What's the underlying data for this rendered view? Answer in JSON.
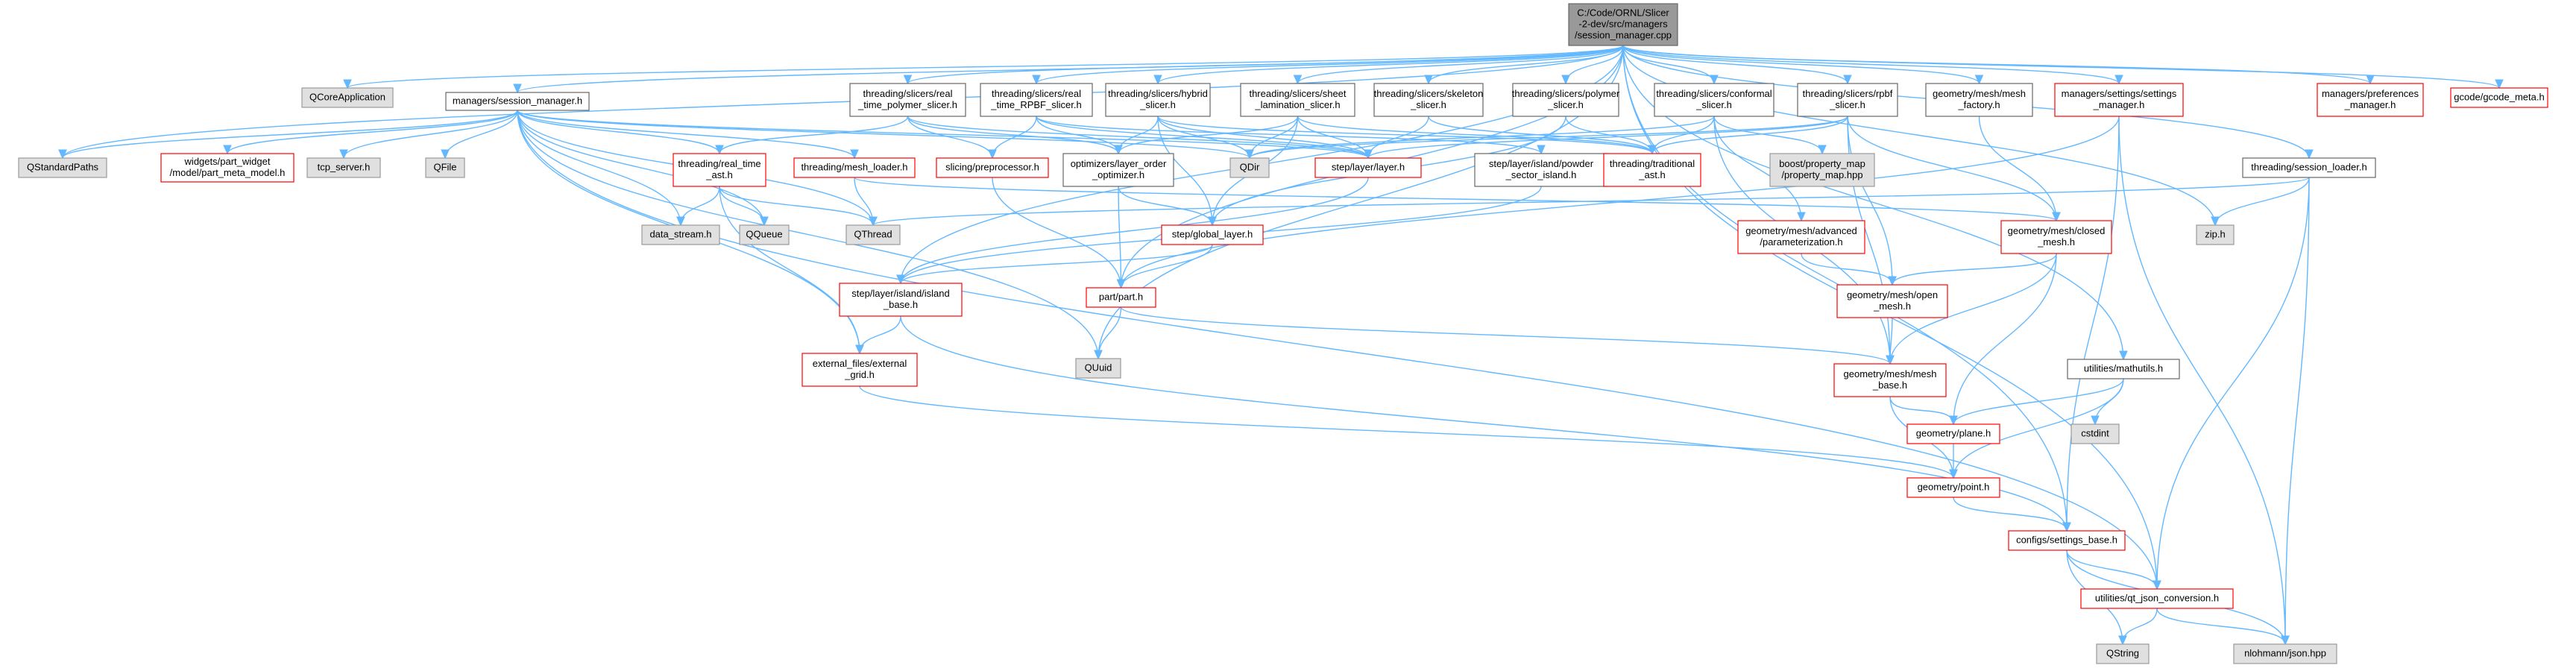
{
  "diagram": {
    "title": "",
    "colors": {
      "edge": "#63b8ff",
      "root_fill": "#999999",
      "root_border": "#666666",
      "normal_fill": "#ffffff",
      "normal_border": "#666666",
      "red_border": "#ff0000",
      "system_fill": "#e0e0e0",
      "system_border": "#999999"
    },
    "nodes": [
      {
        "id": "root",
        "lines": [
          "C:/Code/ORNL/Slicer",
          "-2-dev/src/managers",
          "/session_manager.cpp"
        ],
        "style": "root"
      },
      {
        "id": "qcoreapp",
        "lines": [
          "QCoreApplication"
        ],
        "style": "system"
      },
      {
        "id": "sm_h",
        "lines": [
          "managers/session_manager.h"
        ],
        "style": "normal"
      },
      {
        "id": "qstdpaths",
        "lines": [
          "QStandardPaths"
        ],
        "style": "system"
      },
      {
        "id": "part_meta",
        "lines": [
          "widgets/part_widget",
          "/model/part_meta_model.h"
        ],
        "style": "red"
      },
      {
        "id": "tcp",
        "lines": [
          "tcp_server.h"
        ],
        "style": "system"
      },
      {
        "id": "qfile",
        "lines": [
          "QFile"
        ],
        "style": "system"
      },
      {
        "id": "rt_polymer",
        "lines": [
          "threading/slicers/real",
          "_time_polymer_slicer.h"
        ],
        "style": "normal"
      },
      {
        "id": "rt_rpbf",
        "lines": [
          "threading/slicers/real",
          "_time_RPBF_slicer.h"
        ],
        "style": "normal"
      },
      {
        "id": "hybrid",
        "lines": [
          "threading/slicers/hybrid",
          "_slicer.h"
        ],
        "style": "normal"
      },
      {
        "id": "sheet",
        "lines": [
          "threading/slicers/sheet",
          "_lamination_slicer.h"
        ],
        "style": "normal"
      },
      {
        "id": "skeleton",
        "lines": [
          "threading/slicers/skeleton",
          "_slicer.h"
        ],
        "style": "normal"
      },
      {
        "id": "polymer",
        "lines": [
          "threading/slicers/polymer",
          "_slicer.h"
        ],
        "style": "normal"
      },
      {
        "id": "conformal",
        "lines": [
          "threading/slicers/conformal",
          "_slicer.h"
        ],
        "style": "normal"
      },
      {
        "id": "rpbf",
        "lines": [
          "threading/slicers/rpbf",
          "_slicer.h"
        ],
        "style": "normal"
      },
      {
        "id": "mesh_factory",
        "lines": [
          "geometry/mesh/mesh",
          "_factory.h"
        ],
        "style": "normal"
      },
      {
        "id": "settings_mgr",
        "lines": [
          "managers/settings/settings",
          "_manager.h"
        ],
        "style": "red"
      },
      {
        "id": "prefs_mgr",
        "lines": [
          "managers/preferences",
          "_manager.h"
        ],
        "style": "red"
      },
      {
        "id": "gcode_meta",
        "lines": [
          "gcode/gcode_meta.h"
        ],
        "style": "red"
      },
      {
        "id": "rt_ast",
        "lines": [
          "threading/real_time",
          "_ast.h"
        ],
        "style": "red"
      },
      {
        "id": "mesh_loader",
        "lines": [
          "threading/mesh_loader.h"
        ],
        "style": "red"
      },
      {
        "id": "slicing_pre",
        "lines": [
          "slicing/preprocessor.h"
        ],
        "style": "red"
      },
      {
        "id": "layer_order",
        "lines": [
          "optimizers/layer_order",
          "_optimizer.h"
        ],
        "style": "normal"
      },
      {
        "id": "qdir",
        "lines": [
          "QDir"
        ],
        "style": "system"
      },
      {
        "id": "step_layer",
        "lines": [
          "step/layer/layer.h"
        ],
        "style": "red"
      },
      {
        "id": "powder",
        "lines": [
          "step/layer/island/powder",
          "_sector_island.h"
        ],
        "style": "normal"
      },
      {
        "id": "trad_ast",
        "lines": [
          "threading/traditional",
          "_ast.h"
        ],
        "style": "red"
      },
      {
        "id": "boost_pm",
        "lines": [
          "boost/property_map",
          "/property_map.hpp"
        ],
        "style": "system"
      },
      {
        "id": "session_loader",
        "lines": [
          "threading/session_loader.h"
        ],
        "style": "normal"
      },
      {
        "id": "zip",
        "lines": [
          "zip.h"
        ],
        "style": "system"
      },
      {
        "id": "data_stream",
        "lines": [
          "data_stream.h"
        ],
        "style": "system"
      },
      {
        "id": "qqueue",
        "lines": [
          "QQueue"
        ],
        "style": "system"
      },
      {
        "id": "qthread",
        "lines": [
          "QThread"
        ],
        "style": "system"
      },
      {
        "id": "global_layer",
        "lines": [
          "step/global_layer.h"
        ],
        "style": "red"
      },
      {
        "id": "param",
        "lines": [
          "geometry/mesh/advanced",
          "/parameterization.h"
        ],
        "style": "red"
      },
      {
        "id": "closed_mesh",
        "lines": [
          "geometry/mesh/closed",
          "_mesh.h"
        ],
        "style": "red"
      },
      {
        "id": "island_base",
        "lines": [
          "step/layer/island/island",
          "_base.h"
        ],
        "style": "red"
      },
      {
        "id": "part",
        "lines": [
          "part/part.h"
        ],
        "style": "red"
      },
      {
        "id": "open_mesh",
        "lines": [
          "geometry/mesh/open",
          "_mesh.h"
        ],
        "style": "red"
      },
      {
        "id": "ext_grid",
        "lines": [
          "external_files/external",
          "_grid.h"
        ],
        "style": "red"
      },
      {
        "id": "quuid",
        "lines": [
          "QUuid"
        ],
        "style": "system"
      },
      {
        "id": "mesh_base",
        "lines": [
          "geometry/mesh/mesh",
          "_base.h"
        ],
        "style": "red"
      },
      {
        "id": "mathutils",
        "lines": [
          "utilities/mathutils.h"
        ],
        "style": "normal"
      },
      {
        "id": "cstdint",
        "lines": [
          "cstdint"
        ],
        "style": "system"
      },
      {
        "id": "plane",
        "lines": [
          "geometry/plane.h"
        ],
        "style": "red"
      },
      {
        "id": "point",
        "lines": [
          "geometry/point.h"
        ],
        "style": "red"
      },
      {
        "id": "settings_base",
        "lines": [
          "configs/settings_base.h"
        ],
        "style": "red"
      },
      {
        "id": "qt_json",
        "lines": [
          "utilities/qt_json_conversion.h"
        ],
        "style": "red"
      },
      {
        "id": "qstring",
        "lines": [
          "QString"
        ],
        "style": "system"
      },
      {
        "id": "nlohmann",
        "lines": [
          "nlohmann/json.hpp"
        ],
        "style": "system"
      }
    ],
    "edges": [
      [
        "root",
        "qcoreapp"
      ],
      [
        "root",
        "sm_h"
      ],
      [
        "root",
        "rt_polymer"
      ],
      [
        "root",
        "rt_rpbf"
      ],
      [
        "root",
        "hybrid"
      ],
      [
        "root",
        "sheet"
      ],
      [
        "root",
        "skeleton"
      ],
      [
        "root",
        "polymer"
      ],
      [
        "root",
        "conformal"
      ],
      [
        "root",
        "rpbf"
      ],
      [
        "root",
        "mesh_factory"
      ],
      [
        "root",
        "settings_mgr"
      ],
      [
        "root",
        "prefs_mgr"
      ],
      [
        "root",
        "gcode_meta"
      ],
      [
        "root",
        "session_loader"
      ],
      [
        "root",
        "zip"
      ],
      [
        "root",
        "mathutils"
      ],
      [
        "root",
        "qt_json"
      ],
      [
        "root",
        "island_base"
      ],
      [
        "root",
        "quuid"
      ],
      [
        "root",
        "settings_base"
      ],
      [
        "root",
        "qstdpaths"
      ],
      [
        "root",
        "part"
      ],
      [
        "sm_h",
        "qstdpaths"
      ],
      [
        "sm_h",
        "part_meta"
      ],
      [
        "sm_h",
        "tcp"
      ],
      [
        "sm_h",
        "qfile"
      ],
      [
        "sm_h",
        "rt_ast"
      ],
      [
        "sm_h",
        "mesh_loader"
      ],
      [
        "sm_h",
        "data_stream"
      ],
      [
        "sm_h",
        "qqueue"
      ],
      [
        "sm_h",
        "ext_grid"
      ],
      [
        "sm_h",
        "qt_json"
      ],
      [
        "sm_h",
        "quuid"
      ],
      [
        "sm_h",
        "qdir"
      ],
      [
        "sm_h",
        "step_layer"
      ],
      [
        "sm_h",
        "qthread"
      ],
      [
        "rt_polymer",
        "rt_ast"
      ],
      [
        "rt_polymer",
        "slicing_pre"
      ],
      [
        "rt_polymer",
        "layer_order"
      ],
      [
        "rt_polymer",
        "step_layer"
      ],
      [
        "rt_rpbf",
        "slicing_pre"
      ],
      [
        "rt_rpbf",
        "layer_order"
      ],
      [
        "rt_rpbf",
        "step_layer"
      ],
      [
        "rt_rpbf",
        "powder"
      ],
      [
        "hybrid",
        "layer_order"
      ],
      [
        "hybrid",
        "qdir"
      ],
      [
        "hybrid",
        "step_layer"
      ],
      [
        "hybrid",
        "global_layer"
      ],
      [
        "hybrid",
        "trad_ast"
      ],
      [
        "sheet",
        "layer_order"
      ],
      [
        "sheet",
        "qdir"
      ],
      [
        "sheet",
        "step_layer"
      ],
      [
        "sheet",
        "global_layer"
      ],
      [
        "sheet",
        "trad_ast"
      ],
      [
        "skeleton",
        "step_layer"
      ],
      [
        "skeleton",
        "trad_ast"
      ],
      [
        "polymer",
        "global_layer"
      ],
      [
        "polymer",
        "trad_ast"
      ],
      [
        "conformal",
        "qdir"
      ],
      [
        "conformal",
        "trad_ast"
      ],
      [
        "conformal",
        "boost_pm"
      ],
      [
        "conformal",
        "param"
      ],
      [
        "conformal",
        "mesh_base"
      ],
      [
        "rpbf",
        "qdir"
      ],
      [
        "rpbf",
        "trad_ast"
      ],
      [
        "rpbf",
        "step_layer"
      ],
      [
        "rpbf",
        "closed_mesh"
      ],
      [
        "rpbf",
        "open_mesh"
      ],
      [
        "rpbf",
        "mesh_base"
      ],
      [
        "mesh_factory",
        "closed_mesh"
      ],
      [
        "settings_mgr",
        "part"
      ],
      [
        "settings_mgr",
        "settings_base"
      ],
      [
        "settings_mgr",
        "nlohmann"
      ],
      [
        "session_loader",
        "zip"
      ],
      [
        "session_loader",
        "qt_json"
      ],
      [
        "session_loader",
        "nlohmann"
      ],
      [
        "session_loader",
        "qthread"
      ],
      [
        "rt_ast",
        "data_stream"
      ],
      [
        "rt_ast",
        "qqueue"
      ],
      [
        "rt_ast",
        "qthread"
      ],
      [
        "rt_ast",
        "ext_grid"
      ],
      [
        "mesh_loader",
        "qthread"
      ],
      [
        "mesh_loader",
        "closed_mesh"
      ],
      [
        "slicing_pre",
        "part"
      ],
      [
        "layer_order",
        "global_layer"
      ],
      [
        "layer_order",
        "part"
      ],
      [
        "step_layer",
        "island_base"
      ],
      [
        "powder",
        "island_base"
      ],
      [
        "global_layer",
        "island_base"
      ],
      [
        "global_layer",
        "part"
      ],
      [
        "param",
        "open_mesh"
      ],
      [
        "closed_mesh",
        "open_mesh"
      ],
      [
        "closed_mesh",
        "mesh_base"
      ],
      [
        "closed_mesh",
        "plane"
      ],
      [
        "island_base",
        "ext_grid"
      ],
      [
        "island_base",
        "settings_base"
      ],
      [
        "part",
        "quuid"
      ],
      [
        "part",
        "mesh_base"
      ],
      [
        "open_mesh",
        "mesh_base"
      ],
      [
        "ext_grid",
        "point"
      ],
      [
        "mesh_base",
        "plane"
      ],
      [
        "mesh_base",
        "point"
      ],
      [
        "mathutils",
        "cstdint"
      ],
      [
        "mathutils",
        "plane"
      ],
      [
        "mathutils",
        "point"
      ],
      [
        "plane",
        "point"
      ],
      [
        "point",
        "settings_base"
      ],
      [
        "settings_base",
        "qt_json"
      ],
      [
        "settings_base",
        "qstring"
      ],
      [
        "settings_base",
        "nlohmann"
      ],
      [
        "qt_json",
        "qstring"
      ],
      [
        "qt_json",
        "nlohmann"
      ]
    ]
  }
}
